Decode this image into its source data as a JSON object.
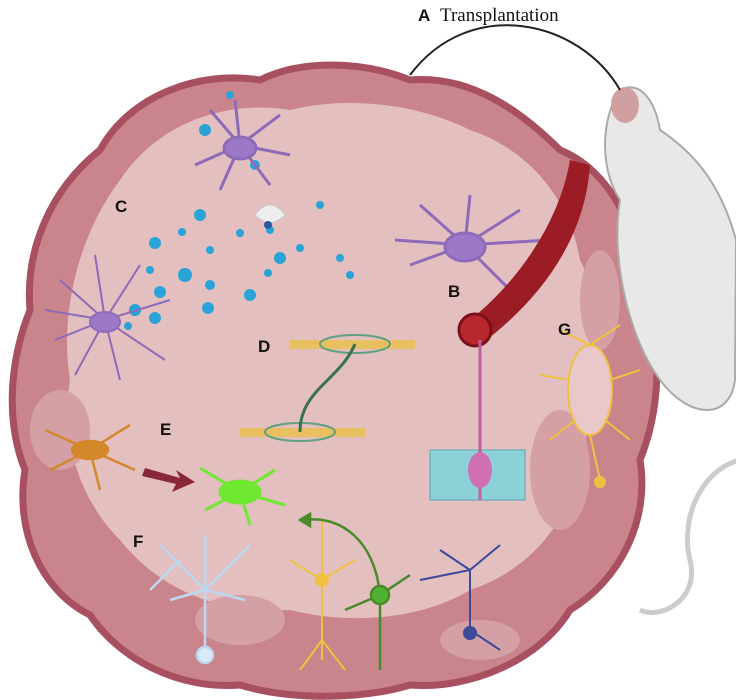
{
  "title": {
    "letter": "A",
    "text": "Transplantation"
  },
  "labels": {
    "b": "B",
    "c": "C",
    "d": "D",
    "e": "E",
    "f": "F",
    "g": "G"
  },
  "colors": {
    "organoid_outer": "#c9848c",
    "organoid_border": "#a85060",
    "organoid_inner": "#e3bfc0",
    "vessel": "#9b1c24",
    "astrocyte": "#8e6bb8",
    "particles": "#2aa3d6",
    "orange_neuron": "#d4882a",
    "green_neuron": "#6ee830",
    "purkinje": "#bcd8f0",
    "yellow_neuron": "#f0c040",
    "blue_neuron": "#3c4a9a",
    "mouse": "#e8e8e8"
  }
}
